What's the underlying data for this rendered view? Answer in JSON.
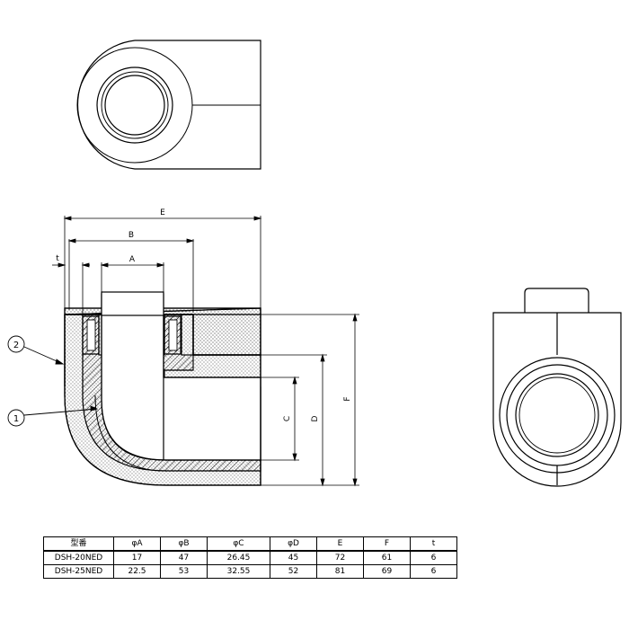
{
  "dimensions": {
    "E": "E",
    "B": "B",
    "A": "A",
    "t": "t",
    "C": "C",
    "D": "D",
    "F": "F"
  },
  "callouts": [
    {
      "label": "2"
    },
    {
      "label": "1"
    }
  ],
  "table": {
    "headers": [
      "型番",
      "φA",
      "φB",
      "φC",
      "φD",
      "E",
      "F",
      "t"
    ],
    "rows": [
      [
        "DSH-20NED",
        "17",
        "47",
        "26.45",
        "45",
        "72",
        "61",
        "6"
      ],
      [
        "DSH-25NED",
        "22.5",
        "53",
        "32.55",
        "52",
        "81",
        "69",
        "6"
      ]
    ]
  }
}
